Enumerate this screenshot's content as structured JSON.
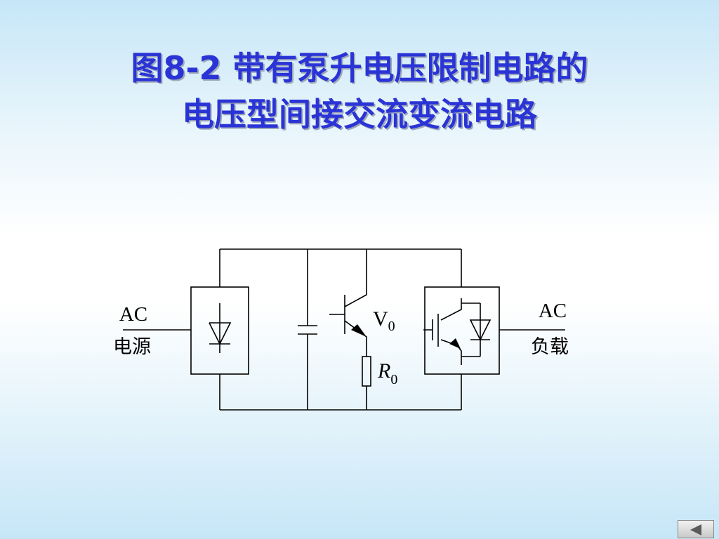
{
  "slide": {
    "title_line1": "图8-2  带有泵升电压限制电路的",
    "title_line2": "电压型间接交流变流电路"
  },
  "diagram": {
    "source_label_top": "AC",
    "source_label_bottom": "电源",
    "load_label_top": "AC",
    "load_label_bottom": "负载",
    "transistor_symbol": "V",
    "transistor_subscript": "0",
    "resistor_symbol": "R",
    "resistor_subscript": "0"
  },
  "nav": {
    "prev_icon": "triangle-left-icon"
  }
}
